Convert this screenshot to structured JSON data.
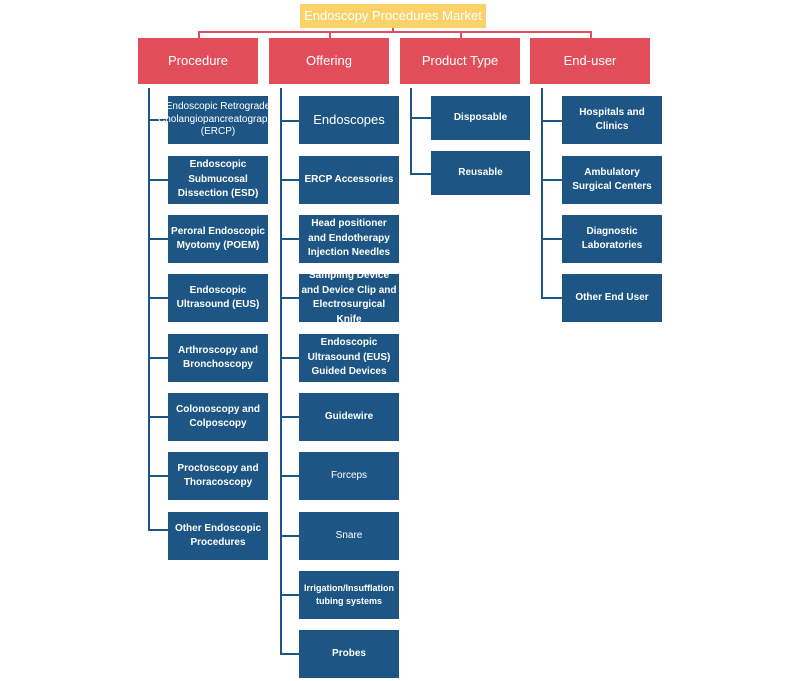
{
  "root": {
    "label": "Endoscopy Procedures Market"
  },
  "categories": [
    {
      "label": "Procedure",
      "items": [
        "Endoscopic Retrograde Cholangiopancreatography (ERCP)",
        "Endoscopic Submucosal Dissection (ESD)",
        "Peroral Endoscopic Myotomy (POEM)",
        "Endoscopic Ultrasound (EUS)",
        "Arthroscopy and Bronchoscopy",
        "Colonoscopy and Colposcopy",
        "Proctoscopy and Thoracoscopy",
        "Other Endoscopic Procedures"
      ]
    },
    {
      "label": "Offering",
      "items": [
        "Endoscopes",
        "ERCP Accessories",
        "Head positioner and Endotherapy Injection Needles",
        "Sampling Device and Device Clip and Electrosurgical Knife",
        "Endoscopic Ultrasound (EUS) Guided Devices",
        "Guidewire",
        "Forceps",
        "Snare",
        "Irrigation/Insufflation tubing systems",
        "Probes"
      ]
    },
    {
      "label": "Product Type",
      "items": [
        "Disposable",
        "Reusable"
      ]
    },
    {
      "label": "End-user",
      "items": [
        "Hospitals and Clinics",
        "Ambulatory Surgical Centers",
        "Diagnostic Laboratories",
        "Other End User"
      ]
    }
  ]
}
